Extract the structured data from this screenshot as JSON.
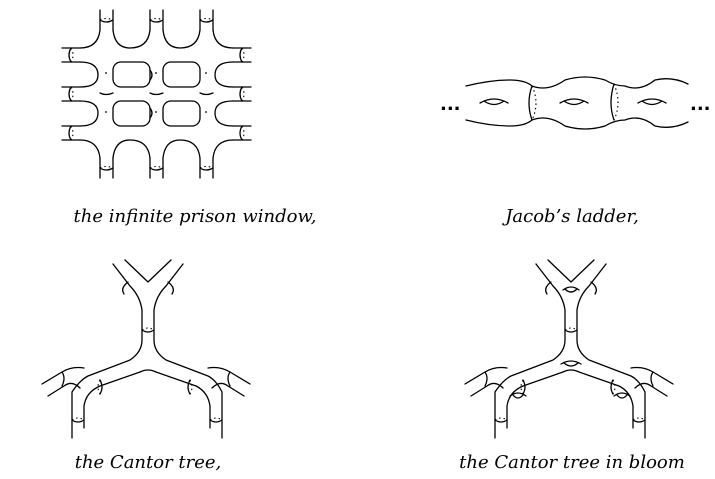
{
  "panels": {
    "prison_window": {
      "caption": "the infinite prison window,"
    },
    "jacobs_ladder": {
      "caption": "Jacob’s ladder,",
      "ellipsis_left": "...",
      "ellipsis_right": "..."
    },
    "cantor_tree": {
      "caption": "the Cantor tree,"
    },
    "cantor_tree_bloom": {
      "caption": "the Cantor tree in bloom"
    }
  }
}
